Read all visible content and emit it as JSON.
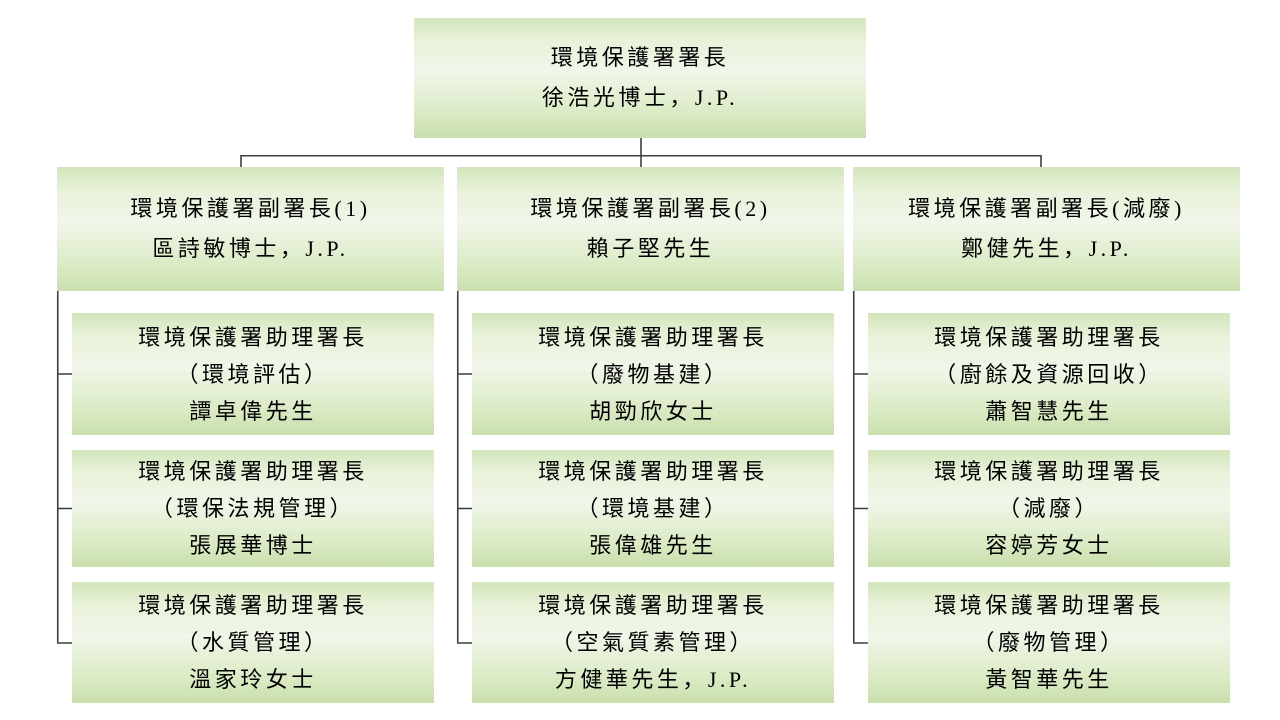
{
  "org": {
    "root": {
      "title": "環境保護署署長",
      "name": "徐浩光博士，J.P."
    },
    "branches": [
      {
        "deputy": {
          "title": "環境保護署副署長(1)",
          "name": "區詩敏博士，J.P."
        },
        "assistants": [
          {
            "title": "環境保護署助理署長",
            "division": "（環境評估）",
            "name": "譚卓偉先生"
          },
          {
            "title": "環境保護署助理署長",
            "division": "（環保法規管理）",
            "name": "張展華博士"
          },
          {
            "title": "環境保護署助理署長",
            "division": "（水質管理）",
            "name": "溫家玲女士"
          }
        ]
      },
      {
        "deputy": {
          "title": "環境保護署副署長(2)",
          "name": "賴子堅先生"
        },
        "assistants": [
          {
            "title": "環境保護署助理署長",
            "division": "（廢物基建）",
            "name": "胡勁欣女士"
          },
          {
            "title": "環境保護署助理署長",
            "division": "（環境基建）",
            "name": "張偉雄先生"
          },
          {
            "title": "環境保護署助理署長",
            "division": "（空氣質素管理）",
            "name": "方健華先生，J.P."
          }
        ]
      },
      {
        "deputy": {
          "title": "環境保護署副署長(減廢)",
          "name": "鄭健先生，J.P."
        },
        "assistants": [
          {
            "title": "環境保護署助理署長",
            "division": "（廚餘及資源回收）",
            "name": "蕭智慧先生"
          },
          {
            "title": "環境保護署助理署長",
            "division": "（減廢）",
            "name": "容婷芳女士"
          },
          {
            "title": "環境保護署助理署長",
            "division": "（廢物管理）",
            "name": "黃智華先生"
          }
        ]
      }
    ]
  },
  "colors": {
    "background": "#ffffff",
    "box_gradient_top": "#d3e5bb",
    "box_gradient_middle": "#f0f6e9",
    "box_gradient_bottom": "#c9dfad",
    "connector_line": "#3f3f3f",
    "text": "#000000"
  }
}
